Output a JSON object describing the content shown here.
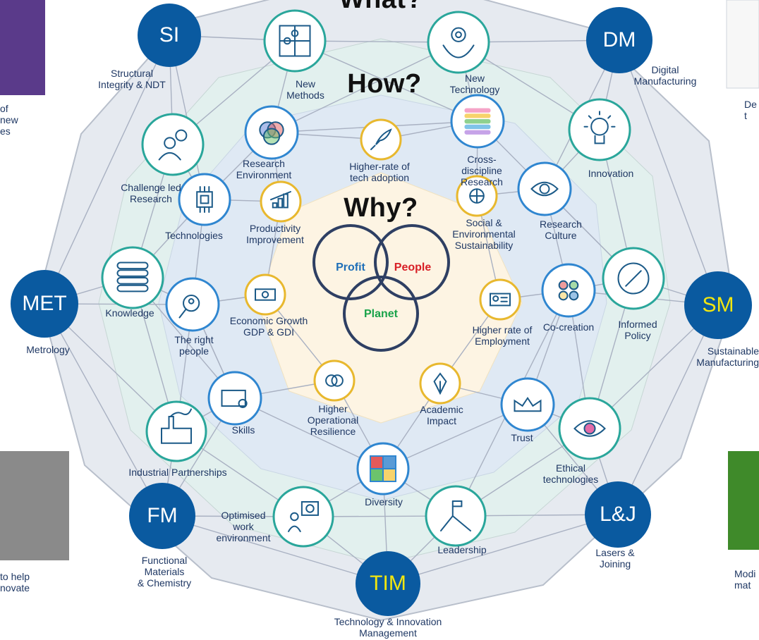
{
  "colors": {
    "hub_blue": "#0a5aa0",
    "hub_yellow_text": "#f2e60f",
    "node_border_teal": "#2aa69b",
    "node_border_blue": "#2f86d0",
    "node_border_yellow": "#e8b82e",
    "label_navy": "#1f3864",
    "profit": "#1f6fb8",
    "people": "#d81f26",
    "planet": "#1aa34a"
  },
  "titles": {
    "what": "What?",
    "how": "How?",
    "why": "Why?"
  },
  "hubs": [
    {
      "abbr": "SI",
      "name": "Structural\nIntegrity & NDT",
      "yellow": false
    },
    {
      "abbr": "DM",
      "name": "Digital\nManufacturing",
      "yellow": false
    },
    {
      "abbr": "MET",
      "name": "Metrology",
      "yellow": false
    },
    {
      "abbr": "SM",
      "name": "Sustainable\nManufacturing",
      "yellow": true
    },
    {
      "abbr": "FM",
      "name": "Functional\nMaterials\n& Chemistry",
      "yellow": false
    },
    {
      "abbr": "L&J",
      "name": "Lasers &\nJoining",
      "yellow": false
    },
    {
      "abbr": "TIM",
      "name": "Technology & Innovation\nManagement",
      "yellow": true
    }
  ],
  "outer_nodes": [
    {
      "label": "New\nMethods",
      "icon": "puzzle-icon"
    },
    {
      "label": "New\nTechnology",
      "icon": "gear-hands-icon"
    },
    {
      "label": "Challenge led\nResearch",
      "icon": "question-person-icon"
    },
    {
      "label": "Innovation",
      "icon": "lightbulb-icon"
    },
    {
      "label": "Knowledge",
      "icon": "books-icon"
    },
    {
      "label": "Informed\nPolicy",
      "icon": "compass-icon"
    },
    {
      "label": "Industrial Partnerships",
      "icon": "factory-icon"
    },
    {
      "label": "Ethical\ntechnologies",
      "icon": "eye-icon"
    },
    {
      "label": "Optimised\nwork\nenvironment",
      "icon": "presentation-icon"
    },
    {
      "label": "Leadership",
      "icon": "summit-flag-icon"
    }
  ],
  "middle_nodes": [
    {
      "label": "Research\nEnvironment",
      "icon": "venn-building-icon"
    },
    {
      "label": "Cross-\ndiscipline\nResearch",
      "icon": "stack-bars-icon"
    },
    {
      "label": "Research\nCulture",
      "icon": "eye-bubble-icon"
    },
    {
      "label": "Technologies",
      "icon": "chip-icon"
    },
    {
      "label": "The right\npeople",
      "icon": "magnifier-person-icon"
    },
    {
      "label": "Co-creation",
      "icon": "team-icon"
    },
    {
      "label": "Skills",
      "icon": "certificate-icon"
    },
    {
      "label": "Trust",
      "icon": "crown-icon"
    },
    {
      "label": "Diversity",
      "icon": "colored-puzzle-icon"
    }
  ],
  "inner_nodes": [
    {
      "label": "Higher-rate of\ntech adoption",
      "icon": "rocket-icon"
    },
    {
      "label": "Social &\nEnvironmental\nSustainability",
      "icon": "globe-cycle-icon"
    },
    {
      "label": "Productivity\nImprovement",
      "icon": "growth-chart-icon"
    },
    {
      "label": "Economic Growth\nGDP & GDI",
      "icon": "money-icon"
    },
    {
      "label": "Higher rate of\nEmployment",
      "icon": "id-card-icon"
    },
    {
      "label": "Higher\nOperational\nResilience",
      "icon": "brain-icon"
    },
    {
      "label": "Academic\nImpact",
      "icon": "pen-nib-icon"
    }
  ],
  "venn": {
    "profit": "Profit",
    "people": "People",
    "planet": "Planet"
  },
  "side_snippets": {
    "left_top": "of\nnew\nes",
    "left_bottom": "to help\nnovate",
    "right_top": "De\nt",
    "right_bottom": "Modi\nmat"
  }
}
